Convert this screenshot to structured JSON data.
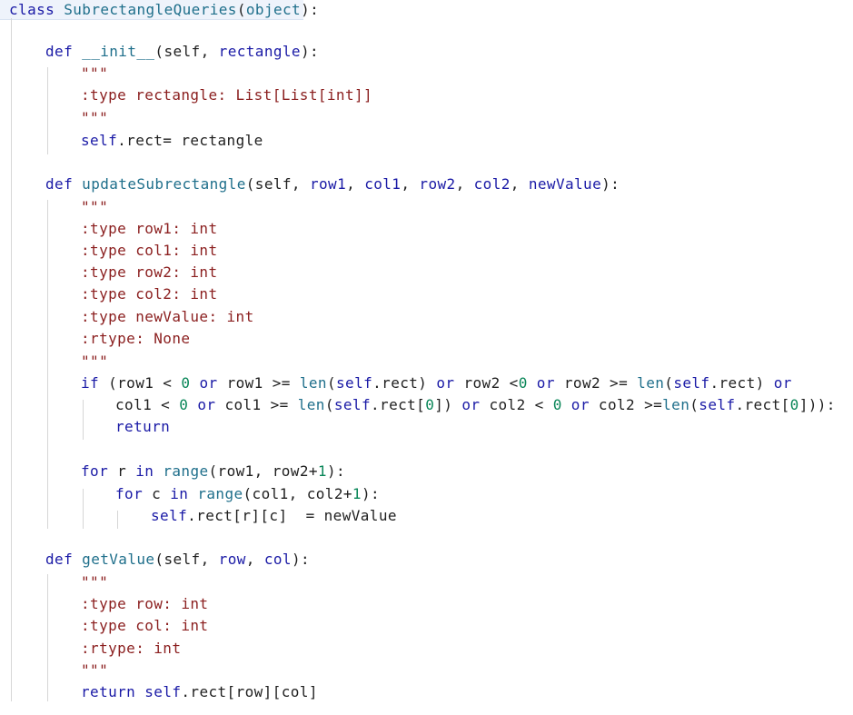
{
  "colors": {
    "keyword": "#1a1aa6",
    "function": "#1f6f8b",
    "string": "#8b1f1f",
    "number": "#098658",
    "text": "#1f1f1f",
    "background": "#ffffff",
    "indent_guide": "#d6d6d6"
  },
  "code": {
    "lines": [
      [
        {
          "t": "class",
          "c": "kw"
        },
        {
          "t": " "
        },
        {
          "t": "SubrectangleQueries",
          "c": "fn"
        },
        {
          "t": "("
        },
        {
          "t": "object",
          "c": "fn"
        },
        {
          "t": "):"
        }
      ],
      [],
      [
        {
          "t": "def",
          "c": "kw"
        },
        {
          "t": " "
        },
        {
          "t": "__init__",
          "c": "fn"
        },
        {
          "t": "(self, "
        },
        {
          "t": "rectangle",
          "c": "kw"
        },
        {
          "t": "):"
        }
      ],
      [
        {
          "t": "\"\"\"",
          "c": "str"
        }
      ],
      [
        {
          "t": ":type rectangle: List[List[int]]",
          "c": "str"
        }
      ],
      [
        {
          "t": "\"\"\"",
          "c": "str"
        }
      ],
      [
        {
          "t": "self",
          "c": "kw"
        },
        {
          "t": ".rect= rectangle"
        }
      ],
      [],
      [
        {
          "t": "def",
          "c": "kw"
        },
        {
          "t": " "
        },
        {
          "t": "updateSubrectangle",
          "c": "fn"
        },
        {
          "t": "(self, "
        },
        {
          "t": "row1",
          "c": "kw"
        },
        {
          "t": ", "
        },
        {
          "t": "col1",
          "c": "kw"
        },
        {
          "t": ", "
        },
        {
          "t": "row2",
          "c": "kw"
        },
        {
          "t": ", "
        },
        {
          "t": "col2",
          "c": "kw"
        },
        {
          "t": ", "
        },
        {
          "t": "newValue",
          "c": "kw"
        },
        {
          "t": "):"
        }
      ],
      [
        {
          "t": "\"\"\"",
          "c": "str"
        }
      ],
      [
        {
          "t": ":type row1: int",
          "c": "str"
        }
      ],
      [
        {
          "t": ":type col1: int",
          "c": "str"
        }
      ],
      [
        {
          "t": ":type row2: int",
          "c": "str"
        }
      ],
      [
        {
          "t": ":type col2: int",
          "c": "str"
        }
      ],
      [
        {
          "t": ":type newValue: int",
          "c": "str"
        }
      ],
      [
        {
          "t": ":rtype: None",
          "c": "str"
        }
      ],
      [
        {
          "t": "\"\"\"",
          "c": "str"
        }
      ],
      [
        {
          "t": "if",
          "c": "kw"
        },
        {
          "t": " (row1 < "
        },
        {
          "t": "0",
          "c": "num"
        },
        {
          "t": " "
        },
        {
          "t": "or",
          "c": "kw"
        },
        {
          "t": " row1 >= "
        },
        {
          "t": "len",
          "c": "fn"
        },
        {
          "t": "("
        },
        {
          "t": "self",
          "c": "kw"
        },
        {
          "t": ".rect) "
        },
        {
          "t": "or",
          "c": "kw"
        },
        {
          "t": " row2 <"
        },
        {
          "t": "0",
          "c": "num"
        },
        {
          "t": " "
        },
        {
          "t": "or",
          "c": "kw"
        },
        {
          "t": " row2 >= "
        },
        {
          "t": "len",
          "c": "fn"
        },
        {
          "t": "("
        },
        {
          "t": "self",
          "c": "kw"
        },
        {
          "t": ".rect) "
        },
        {
          "t": "or",
          "c": "kw"
        }
      ],
      [
        {
          "t": "col1 < "
        },
        {
          "t": "0",
          "c": "num"
        },
        {
          "t": " "
        },
        {
          "t": "or",
          "c": "kw"
        },
        {
          "t": " col1 >= "
        },
        {
          "t": "len",
          "c": "fn"
        },
        {
          "t": "("
        },
        {
          "t": "self",
          "c": "kw"
        },
        {
          "t": ".rect["
        },
        {
          "t": "0",
          "c": "num"
        },
        {
          "t": "]) "
        },
        {
          "t": "or",
          "c": "kw"
        },
        {
          "t": " col2 < "
        },
        {
          "t": "0",
          "c": "num"
        },
        {
          "t": " "
        },
        {
          "t": "or",
          "c": "kw"
        },
        {
          "t": " col2 >="
        },
        {
          "t": "len",
          "c": "fn"
        },
        {
          "t": "("
        },
        {
          "t": "self",
          "c": "kw"
        },
        {
          "t": ".rect["
        },
        {
          "t": "0",
          "c": "num"
        },
        {
          "t": "])):"
        }
      ],
      [
        {
          "t": "return",
          "c": "kw"
        }
      ],
      [],
      [
        {
          "t": "for",
          "c": "kw"
        },
        {
          "t": " r "
        },
        {
          "t": "in",
          "c": "kw"
        },
        {
          "t": " "
        },
        {
          "t": "range",
          "c": "fn"
        },
        {
          "t": "(row1, row2+"
        },
        {
          "t": "1",
          "c": "num"
        },
        {
          "t": "):"
        }
      ],
      [
        {
          "t": "for",
          "c": "kw"
        },
        {
          "t": " c "
        },
        {
          "t": "in",
          "c": "kw"
        },
        {
          "t": " "
        },
        {
          "t": "range",
          "c": "fn"
        },
        {
          "t": "(col1, col2+"
        },
        {
          "t": "1",
          "c": "num"
        },
        {
          "t": "):"
        }
      ],
      [
        {
          "t": "self",
          "c": "kw"
        },
        {
          "t": ".rect[r][c]  = newValue"
        }
      ],
      [],
      [
        {
          "t": "def",
          "c": "kw"
        },
        {
          "t": " "
        },
        {
          "t": "getValue",
          "c": "fn"
        },
        {
          "t": "(self, "
        },
        {
          "t": "row",
          "c": "kw"
        },
        {
          "t": ", "
        },
        {
          "t": "col",
          "c": "kw"
        },
        {
          "t": "):"
        }
      ],
      [
        {
          "t": "\"\"\"",
          "c": "str"
        }
      ],
      [
        {
          "t": ":type row: int",
          "c": "str"
        }
      ],
      [
        {
          "t": ":type col: int",
          "c": "str"
        }
      ],
      [
        {
          "t": ":rtype: int",
          "c": "str"
        }
      ],
      [
        {
          "t": "\"\"\"",
          "c": "str"
        }
      ],
      [
        {
          "t": "return",
          "c": "kw"
        },
        {
          "t": " "
        },
        {
          "t": "self",
          "c": "kw"
        },
        {
          "t": ".rect[row][col]"
        }
      ]
    ]
  }
}
